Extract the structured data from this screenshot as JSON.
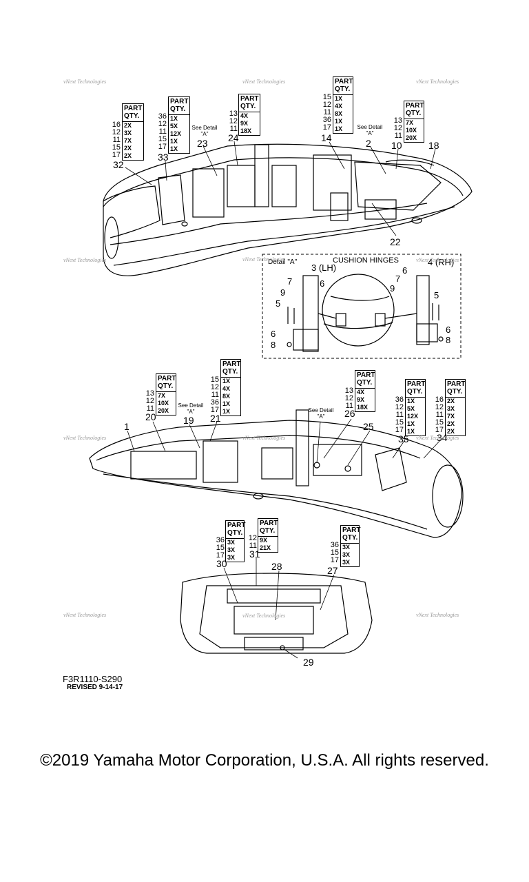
{
  "qty_tables": [
    {
      "id": "t1",
      "header": [
        "PART",
        "QTY."
      ],
      "rows": [
        [
          "16",
          "2X"
        ],
        [
          "12",
          "3X"
        ],
        [
          "11",
          "7X"
        ],
        [
          "15",
          "2X"
        ],
        [
          "17",
          "2X"
        ]
      ]
    },
    {
      "id": "t2",
      "header": [
        "PART",
        "QTY."
      ],
      "rows": [
        [
          "36",
          "1X"
        ],
        [
          "12",
          "5X"
        ],
        [
          "11",
          "12X"
        ],
        [
          "15",
          "1X"
        ],
        [
          "17",
          "1X"
        ]
      ]
    },
    {
      "id": "t3",
      "header": [
        "PART",
        "QTY."
      ],
      "rows": [
        [
          "13",
          "4X"
        ],
        [
          "12",
          "9X"
        ],
        [
          "11",
          "18X"
        ]
      ]
    },
    {
      "id": "t4",
      "header": [
        "PART",
        "QTY."
      ],
      "rows": [
        [
          "15",
          "1X"
        ],
        [
          "12",
          "4X"
        ],
        [
          "11",
          "8X"
        ],
        [
          "36",
          "1X"
        ],
        [
          "17",
          "1X"
        ]
      ]
    },
    {
      "id": "t5",
      "header": [
        "PART",
        "QTY."
      ],
      "rows": [
        [
          "13",
          "7X"
        ],
        [
          "12",
          "10X"
        ],
        [
          "11",
          "20X"
        ]
      ]
    },
    {
      "id": "t6",
      "header": [
        "PART",
        "QTY."
      ],
      "rows": [
        [
          "13",
          "7X"
        ],
        [
          "12",
          "10X"
        ],
        [
          "11",
          "20X"
        ]
      ]
    },
    {
      "id": "t7",
      "header": [
        "PART",
        "QTY."
      ],
      "rows": [
        [
          "15",
          "1X"
        ],
        [
          "12",
          "4X"
        ],
        [
          "11",
          "8X"
        ],
        [
          "36",
          "1X"
        ],
        [
          "17",
          "1X"
        ]
      ]
    },
    {
      "id": "t8",
      "header": [
        "PART",
        "QTY."
      ],
      "rows": [
        [
          "13",
          "4X"
        ],
        [
          "12",
          "9X"
        ],
        [
          "11",
          "18X"
        ]
      ]
    },
    {
      "id": "t9",
      "header": [
        "PART",
        "QTY."
      ],
      "rows": [
        [
          "36",
          "1X"
        ],
        [
          "12",
          "5X"
        ],
        [
          "11",
          "12X"
        ],
        [
          "15",
          "1X"
        ],
        [
          "17",
          "1X"
        ]
      ]
    },
    {
      "id": "t10",
      "header": [
        "PART",
        "QTY."
      ],
      "rows": [
        [
          "16",
          "2X"
        ],
        [
          "12",
          "3X"
        ],
        [
          "11",
          "7X"
        ],
        [
          "15",
          "2X"
        ],
        [
          "17",
          "2X"
        ]
      ]
    },
    {
      "id": "t11",
      "header": [
        "PART",
        "QTY."
      ],
      "rows": [
        [
          "36",
          "3X"
        ],
        [
          "15",
          "3X"
        ],
        [
          "17",
          "3X"
        ]
      ]
    },
    {
      "id": "t12",
      "header": [
        "PART",
        "QTY."
      ],
      "rows": [
        [
          "12",
          "9X"
        ],
        [
          "11",
          "21X"
        ]
      ]
    },
    {
      "id": "t13",
      "header": [
        "PART",
        "QTY."
      ],
      "rows": [
        [
          "36",
          "3X"
        ],
        [
          "15",
          "3X"
        ],
        [
          "17",
          "3X"
        ]
      ]
    }
  ],
  "callouts": [
    "32",
    "33",
    "23",
    "24",
    "14",
    "2",
    "10",
    "18",
    "22",
    "3 (LH)",
    "7",
    "6",
    "9",
    "5",
    "6",
    "8",
    "4 (RH)",
    "6",
    "7",
    "9",
    "5",
    "6",
    "8",
    "1",
    "20",
    "19",
    "21",
    "26",
    "25",
    "35",
    "34",
    "30",
    "31",
    "28",
    "27",
    "29"
  ],
  "see_detail": {
    "line1": "See Detail",
    "line2": "\"A\""
  },
  "detail_label": "Detail \"A\"",
  "detail_title": "CUSHION HINGES",
  "watermark": "vNext Technologies",
  "figure_code": "F3R1110-S290",
  "revised": "REVISED 9-14-17",
  "copyright": "©2019 Yamaha Motor Corporation, U.S.A. All rights reserved.",
  "colors": {
    "line": "#000000",
    "watermark": "#9a9a9a",
    "background": "#ffffff"
  }
}
